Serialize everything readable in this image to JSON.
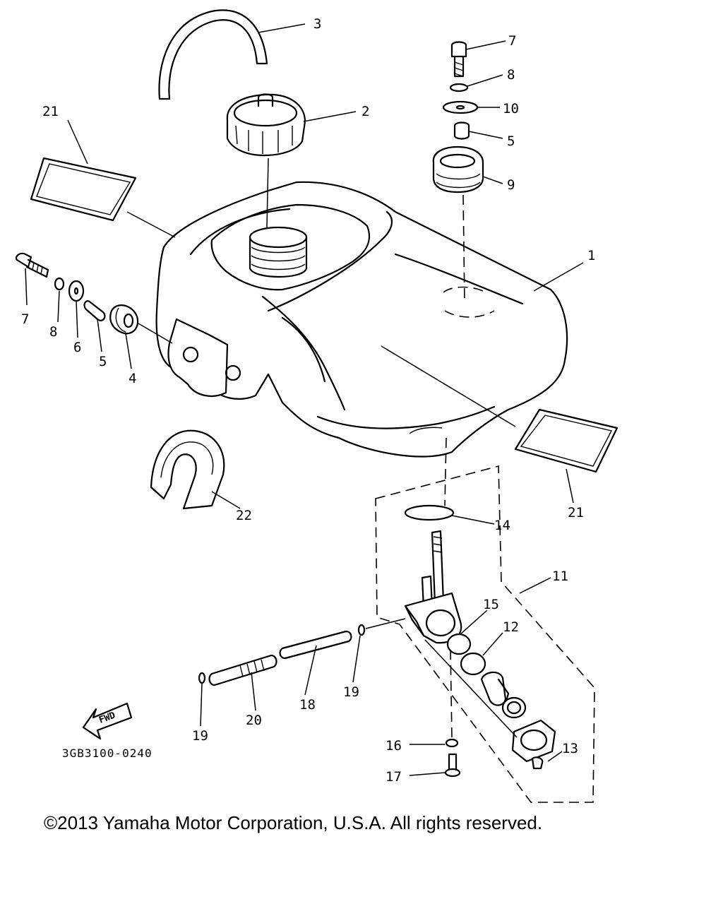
{
  "diagram": {
    "part_labels": {
      "p1": "1",
      "p2": "2",
      "p3": "3",
      "p4": "4",
      "p5_top": "5",
      "p5_left": "5",
      "p6": "6",
      "p7_top": "7",
      "p7_left": "7",
      "p8_top": "8",
      "p8_left": "8",
      "p9": "9",
      "p10": "10",
      "p11": "11",
      "p12": "12",
      "p13": "13",
      "p14": "14",
      "p15": "15",
      "p16": "16",
      "p17": "17",
      "p18": "18",
      "p19_right": "19",
      "p19_left": "19",
      "p20": "20",
      "p21_left": "21",
      "p21_right": "21",
      "p22": "22"
    },
    "fwd_label": "FWD",
    "diagram_code": "3GB3100-0240"
  },
  "footer": {
    "copyright": "©2013 Yamaha Motor Corporation, U.S.A. All rights reserved."
  }
}
